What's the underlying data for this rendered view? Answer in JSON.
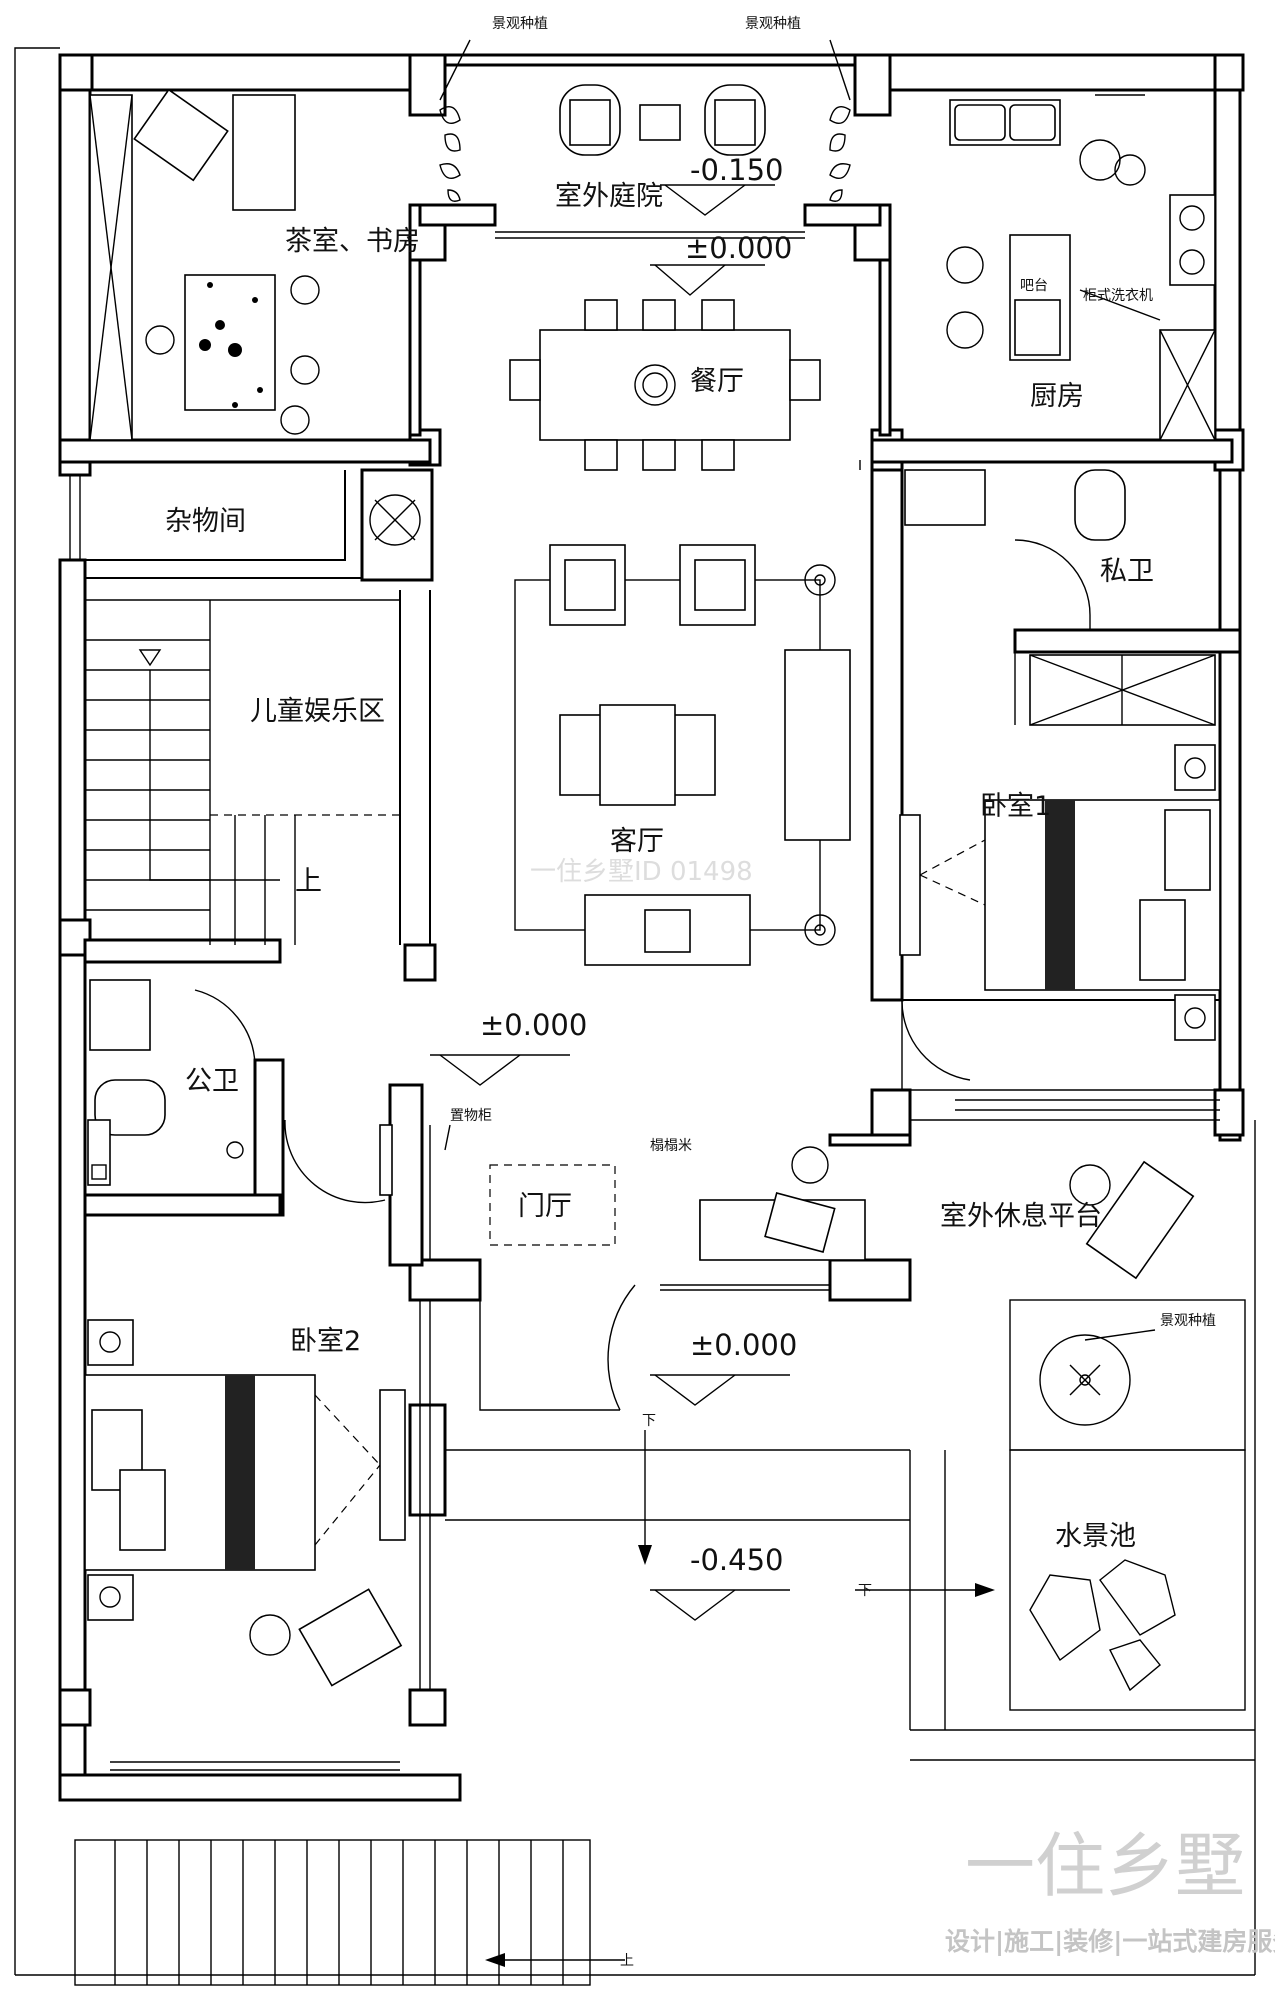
{
  "plan": {
    "rooms": {
      "tea_study": "茶室、书房",
      "courtyard": "室外庭院",
      "dining": "餐厅",
      "kitchen": "厨房",
      "bar": "吧台",
      "storage": "杂物间",
      "kids_area": "儿童娱乐区",
      "living": "客厅",
      "private_bath": "私卫",
      "bedroom1": "卧室1",
      "public_bath": "公卫",
      "foyer": "门厅",
      "tatami": "榻榻米",
      "terrace": "室外休息平台",
      "bedroom2": "卧室2",
      "water_pond": "水景池"
    },
    "labels": {
      "landscape_1": "景观种植",
      "landscape_2": "景观种植",
      "landscape_3": "景观种植",
      "washer": "柜式洗衣机",
      "cabinet": "置物柜",
      "up_1": "上",
      "up_2": "上",
      "down_1": "下",
      "down_2": "下"
    },
    "levels": {
      "courtyard": "-0.150",
      "dining": "±0.000",
      "hall": "±0.000",
      "entry": "±0.000",
      "outdoor": "-0.450"
    },
    "watermark": {
      "id_text": "一住乡墅ID 01498",
      "brand": "一住乡墅",
      "services": "设计|施工|装修|一站式建房服务"
    },
    "colors": {
      "line": "#000000",
      "background": "#ffffff",
      "watermark": "#cccccc"
    }
  }
}
